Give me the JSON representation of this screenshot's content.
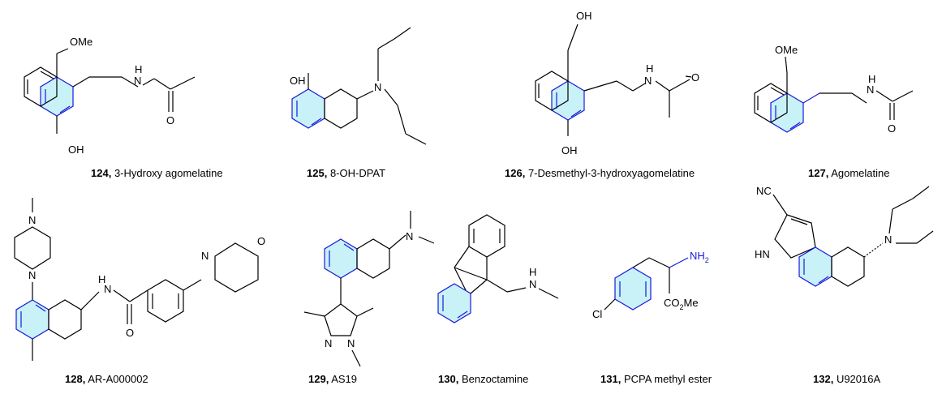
{
  "compounds": [
    {
      "id": "124,",
      "name": "3-Hydroxy agomelatine",
      "labels": [
        "OMe",
        "H",
        "N",
        "O",
        "OH"
      ]
    },
    {
      "id": "125,",
      "name": "8-OH-DPAT",
      "labels": [
        "OH",
        "N"
      ]
    },
    {
      "id": "126,",
      "name": "7-Desmethyl-3-hydroxyagomelatine",
      "labels": [
        "OH",
        "H",
        "N",
        "O",
        "OH"
      ]
    },
    {
      "id": "127,",
      "name": "Agomelatine",
      "labels": [
        "OMe",
        "H",
        "N",
        "O"
      ]
    },
    {
      "id": "128,",
      "name": "AR-A000002",
      "labels": [
        "N",
        "N",
        "N",
        "O",
        "H",
        "N",
        "O"
      ]
    },
    {
      "id": "129,",
      "name": "AS19",
      "labels": [
        "N",
        "N",
        "N"
      ]
    },
    {
      "id": "130,",
      "name": "Benzoctamine",
      "labels": [
        "H",
        "N"
      ]
    },
    {
      "id": "131,",
      "name": "PCPA methyl ester",
      "labels": [
        "NH",
        "2",
        "Cl",
        "CO",
        "2",
        "Me"
      ]
    },
    {
      "id": "132,",
      "name": "U92016A",
      "labels": [
        "NC",
        "HN",
        "N"
      ]
    }
  ],
  "colors": {
    "highlight_fill": "#c8f2f7",
    "highlight_stroke": "#1a1adb",
    "bond": "#000000"
  }
}
